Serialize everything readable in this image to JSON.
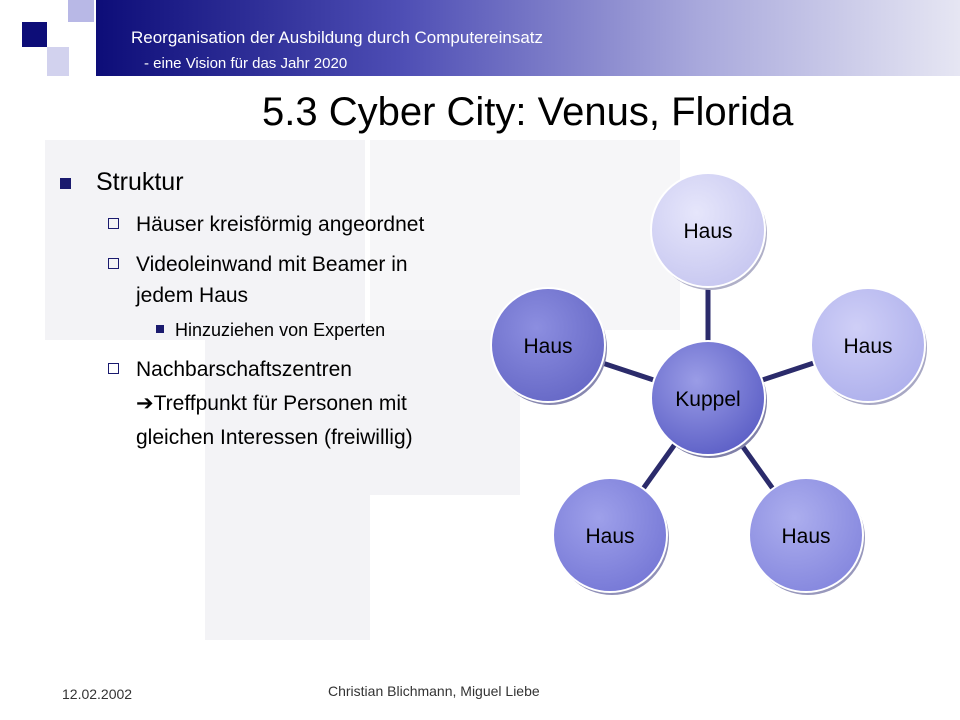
{
  "header": {
    "title": "Reorganisation der Ausbildung durch Computereinsatz",
    "subtitle": "- eine Vision für das Jahr 2020"
  },
  "slide": {
    "title": "5.3 Cyber City: Venus, Florida"
  },
  "content": {
    "level1": "Struktur",
    "item1": "Häuser kreisförmig angeordnet",
    "item2": "Videoleinwand mit Beamer in jedem Haus",
    "item2_sub": "Hinzuziehen von Experten",
    "item3": "Nachbarschaftszentren",
    "item3_cont": "Treffpunkt für Personen mit gleichen Interessen (freiwillig)"
  },
  "diagram": {
    "center": "Kuppel",
    "nodes": [
      "Haus",
      "Haus",
      "Haus",
      "Haus",
      "Haus"
    ]
  },
  "footer": {
    "date": "12.02.2002",
    "author": "Christian Blichmann, Miguel Liebe"
  },
  "colors": {
    "header_dark": "#0d0d78",
    "bullet": "#1a1a6e",
    "node_light": "#d2d2f5",
    "node_dark": "#7a7ad2",
    "node_center": "#6f72d4",
    "spoke": "#2b2b6b"
  }
}
